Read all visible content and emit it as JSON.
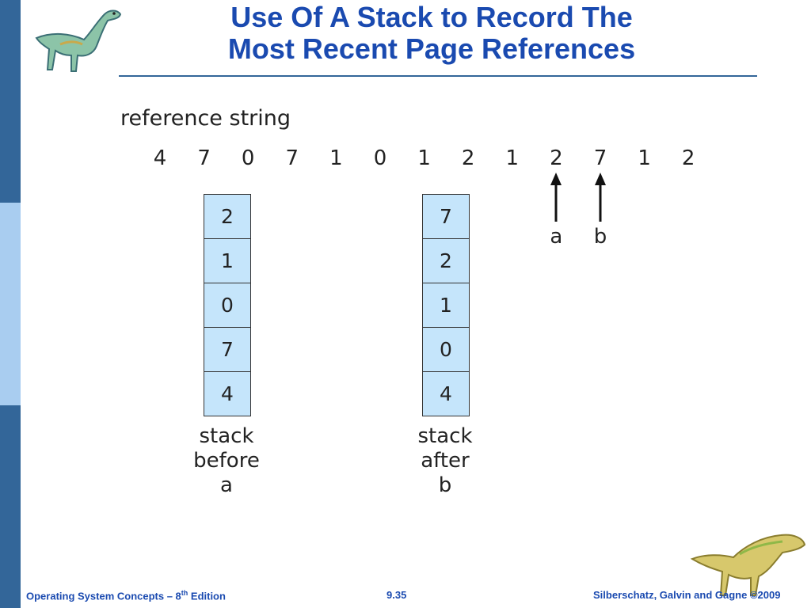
{
  "title_line1": "Use Of A Stack to Record The",
  "title_line2": "Most Recent Page References",
  "reference_label": "reference string",
  "reference_string": [
    "4",
    "7",
    "0",
    "7",
    "1",
    "0",
    "1",
    "2",
    "1",
    "2",
    "7",
    "1",
    "2"
  ],
  "arrows": [
    {
      "label": "a",
      "points_to_index": 9
    },
    {
      "label": "b",
      "points_to_index": 10
    }
  ],
  "stacks": [
    {
      "items": [
        "2",
        "1",
        "0",
        "7",
        "4"
      ],
      "caption": [
        "stack",
        "before",
        "a"
      ]
    },
    {
      "items": [
        "7",
        "2",
        "1",
        "0",
        "4"
      ],
      "caption": [
        "stack",
        "after",
        "b"
      ]
    }
  ],
  "footer": {
    "left_prefix": "Operating System Concepts – 8",
    "left_sup": "th",
    "left_suffix": " Edition",
    "center": "9.35",
    "right": "Silberschatz, Galvin and Gagne ©2009"
  },
  "colors": {
    "title": "#1a4ab0",
    "sidebar_dark": "#336699",
    "sidebar_light": "#a9cdf0",
    "stack_fill": "#c5e5fb"
  }
}
